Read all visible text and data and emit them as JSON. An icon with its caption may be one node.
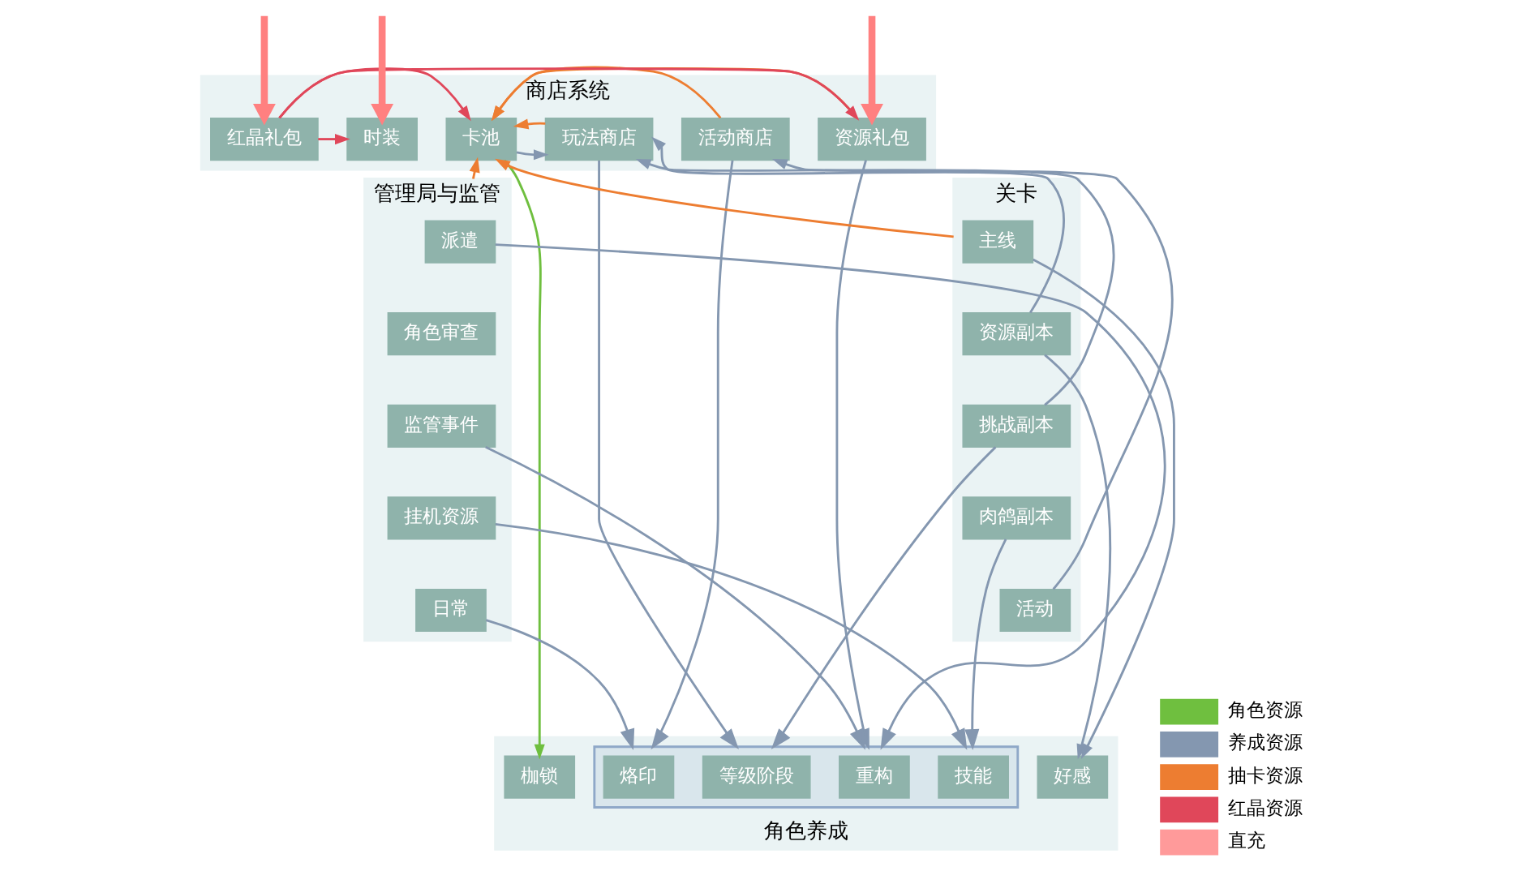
{
  "diagram": {
    "nodes": [
      {
        "text": [
          "商店系统"
        ]
      },
      {
        "text": [
          "卡池"
        ],
        "in": 0
      },
      {
        "text": [
          "玩法商店"
        ],
        "in": 0
      },
      {
        "text": [
          "活动商店"
        ],
        "in": 0
      },
      {
        "text": [
          "资源礼包"
        ],
        "in": 0
      },
      {
        "text": [
          "红晶礼包"
        ],
        "in": 0
      },
      {
        "text": [
          "时装"
        ],
        "in": 0
      },
      {
        "text": [
          "关卡"
        ]
      },
      {
        "text": [
          "主线"
        ],
        "in": 7
      },
      {
        "text": [
          "资源副本"
        ],
        "in": 7
      },
      {
        "text": [
          "挑战副本"
        ],
        "in": 7
      },
      {
        "text": [
          "肉鸽副本"
        ],
        "in": 7
      },
      {
        "text": [
          "活动"
        ],
        "in": 7
      },
      {
        "text": [
          "管理局与监管"
        ]
      },
      {
        "text": [
          "派遣"
        ],
        "in": 13
      },
      {
        "text": [
          "角色审查"
        ],
        "in": 13
      },
      {
        "text": [
          "监管事件"
        ],
        "in": 13
      },
      {
        "text": [
          "挂机资源"
        ],
        "in": 13
      },
      {
        "text": [
          "日常"
        ],
        "in": 13
      },
      {
        "text": [
          "角色养成"
        ]
      },
      {
        "text": [
          "枷锁"
        ],
        "in": 19
      },
      {
        "text": [],
        "shape": "box",
        "in": 19
      },
      {
        "text": [
          "等级阶段"
        ],
        "in": 21
      },
      {
        "text": [
          "技能"
        ],
        "in": 21
      },
      {
        "text": [
          "烙印"
        ],
        "in": 21
      },
      {
        "text": [
          "重构"
        ],
        "in": 21
      },
      {
        "text": [
          "好感"
        ],
        "in": 19
      }
    ],
    "edges": [
      {
        "from": null,
        "to": 4,
        "arrow": "to",
        "style": "thick",
        "color": "#ff8080"
      },
      {
        "from": null,
        "to": 5,
        "arrow": "to",
        "style": "thick",
        "color": "#ff8080"
      },
      {
        "from": null,
        "to": 6,
        "arrow": "to",
        "style": "thick",
        "color": "#ff8080"
      },
      {
        "from": 7,
        "to": 1,
        "arrow": "to",
        "color": "#ed7d31"
      },
      {
        "from": 13,
        "to": 1,
        "arrow": "to",
        "color": "#ed7d31"
      },
      {
        "from": 1,
        "to": 2,
        "arrow": "to"
      },
      {
        "from": 2,
        "to": 1,
        "arrow": "to",
        "color": "#ed7d31"
      },
      {
        "from": 1,
        "to": 20,
        "arrow": "to",
        "color": "#6fbf3f"
      },
      {
        "from": 5,
        "to": 4,
        "arrow": "to",
        "color": "#e0475a"
      },
      {
        "from": 5,
        "to": 6,
        "arrow": "to",
        "color": "#e0475a"
      },
      {
        "from": 5,
        "to": 1,
        "arrow": "to",
        "color": "#e0475a"
      },
      {
        "from": 3,
        "to": 1,
        "arrow": "to",
        "color": "#ed7d31"
      },
      {
        "from": 4,
        "to": 1,
        "arrow": "to",
        "color": "#ed7d31"
      },
      {
        "from": 9,
        "to": 2,
        "arrow": "to"
      },
      {
        "from": 10,
        "to": 2,
        "arrow": "to"
      },
      {
        "from": 12,
        "to": 3,
        "arrow": "to"
      },
      {
        "from": 2,
        "to": 21,
        "arrow": "to"
      },
      {
        "from": 3,
        "to": 21,
        "arrow": "to"
      },
      {
        "from": 4,
        "to": 21,
        "arrow": "to"
      },
      {
        "from": 10,
        "to": 21,
        "arrow": "to"
      },
      {
        "from": 11,
        "to": 21,
        "arrow": "to"
      },
      {
        "from": 8,
        "to": 26,
        "arrow": "to"
      },
      {
        "from": 9,
        "to": 26,
        "arrow": "to"
      },
      {
        "from": 14,
        "to": 21,
        "arrow": "to"
      },
      {
        "from": 16,
        "to": 21,
        "arrow": "to"
      },
      {
        "from": 17,
        "to": 21,
        "arrow": "to"
      },
      {
        "from": 18,
        "to": 21,
        "arrow": "to"
      }
    ],
    "legend": [
      {
        "text": "角色资源",
        "color": "#6fbf3f"
      },
      {
        "text": "养成资源",
        "color": "#8497b0"
      },
      {
        "text": "抽卡资源",
        "color": "#ed7d31"
      },
      {
        "text": "红晶资源",
        "color": "#e0475a"
      },
      {
        "text": "直充",
        "color": "#ff9a9a"
      }
    ]
  }
}
